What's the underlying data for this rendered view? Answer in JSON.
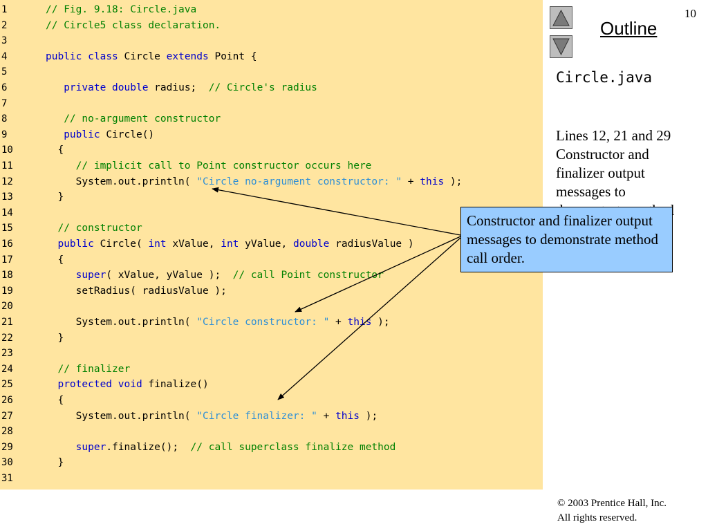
{
  "slide": {
    "page_number": "10",
    "outline_label": "Outline",
    "file_name": "Circle.java",
    "side_note": "Lines 12, 21 and 29 Constructor and finalizer output messages to demonstrate method call order.",
    "callout_text": "Constructor and finalizer output messages to demonstrate method call order.",
    "copyright_line1": "© 2003 Prentice Hall, Inc.",
    "copyright_line2": "All rights reserved.",
    "icons": {
      "up": "triangle-up-icon",
      "down": "triangle-down-icon"
    }
  },
  "colors": {
    "code_background": "#ffe5a0",
    "comment": "#008000",
    "keyword": "#0000cc",
    "string": "#2e8fd6",
    "callout_background": "#99ccff",
    "nav_button": "#bdbdbd"
  },
  "code_lines": [
    {
      "n": "1",
      "segs": [
        {
          "t": "// Fig. 9.18: Circle.java",
          "c": "cm"
        }
      ]
    },
    {
      "n": "2",
      "segs": [
        {
          "t": "// Circle5 class declaration.",
          "c": "cm"
        }
      ]
    },
    {
      "n": "3",
      "segs": []
    },
    {
      "n": "4",
      "segs": [
        {
          "t": "public",
          "c": "kw"
        },
        {
          "t": " ",
          "c": "tx"
        },
        {
          "t": "class",
          "c": "kw"
        },
        {
          "t": " Circle ",
          "c": "tx"
        },
        {
          "t": "extends",
          "c": "kw"
        },
        {
          "t": " Point {",
          "c": "tx"
        }
      ]
    },
    {
      "n": "5",
      "segs": []
    },
    {
      "n": "6",
      "segs": [
        {
          "t": "   ",
          "c": "tx"
        },
        {
          "t": "private",
          "c": "kw"
        },
        {
          "t": " ",
          "c": "tx"
        },
        {
          "t": "double",
          "c": "kw"
        },
        {
          "t": " radius;  ",
          "c": "tx"
        },
        {
          "t": "// Circle's radius",
          "c": "cm"
        }
      ]
    },
    {
      "n": "7",
      "segs": []
    },
    {
      "n": "8",
      "segs": [
        {
          "t": "   ",
          "c": "tx"
        },
        {
          "t": "// no-argument constructor",
          "c": "cm"
        }
      ]
    },
    {
      "n": "9",
      "segs": [
        {
          "t": "   ",
          "c": "tx"
        },
        {
          "t": "public",
          "c": "kw"
        },
        {
          "t": " Circle()",
          "c": "tx"
        }
      ]
    },
    {
      "n": "10",
      "segs": [
        {
          "t": "  {",
          "c": "tx"
        }
      ]
    },
    {
      "n": "11",
      "segs": [
        {
          "t": "     ",
          "c": "tx"
        },
        {
          "t": "// implicit call to Point constructor occurs here",
          "c": "cm"
        }
      ]
    },
    {
      "n": "12",
      "segs": [
        {
          "t": "     System.out.println( ",
          "c": "tx"
        },
        {
          "t": "\"Circle no-argument constructor: \"",
          "c": "st"
        },
        {
          "t": " + ",
          "c": "tx"
        },
        {
          "t": "this",
          "c": "kw"
        },
        {
          "t": " );",
          "c": "tx"
        }
      ]
    },
    {
      "n": "13",
      "segs": [
        {
          "t": "  }",
          "c": "tx"
        }
      ]
    },
    {
      "n": "14",
      "segs": []
    },
    {
      "n": "15",
      "segs": [
        {
          "t": "  ",
          "c": "tx"
        },
        {
          "t": "// constructor",
          "c": "cm"
        }
      ]
    },
    {
      "n": "16",
      "segs": [
        {
          "t": "  ",
          "c": "tx"
        },
        {
          "t": "public",
          "c": "kw"
        },
        {
          "t": " Circle( ",
          "c": "tx"
        },
        {
          "t": "int",
          "c": "kw"
        },
        {
          "t": " xValue, ",
          "c": "tx"
        },
        {
          "t": "int",
          "c": "kw"
        },
        {
          "t": " yValue, ",
          "c": "tx"
        },
        {
          "t": "double",
          "c": "kw"
        },
        {
          "t": " radiusValue )",
          "c": "tx"
        }
      ]
    },
    {
      "n": "17",
      "segs": [
        {
          "t": "  {",
          "c": "tx"
        }
      ]
    },
    {
      "n": "18",
      "segs": [
        {
          "t": "     ",
          "c": "tx"
        },
        {
          "t": "super",
          "c": "kw"
        },
        {
          "t": "( xValue, yValue );  ",
          "c": "tx"
        },
        {
          "t": "// call Point constructor",
          "c": "cm"
        }
      ]
    },
    {
      "n": "19",
      "segs": [
        {
          "t": "     setRadius( radiusValue );",
          "c": "tx"
        }
      ]
    },
    {
      "n": "20",
      "segs": []
    },
    {
      "n": "21",
      "segs": [
        {
          "t": "     System.out.println( ",
          "c": "tx"
        },
        {
          "t": "\"Circle constructor: \"",
          "c": "st"
        },
        {
          "t": " + ",
          "c": "tx"
        },
        {
          "t": "this",
          "c": "kw"
        },
        {
          "t": " );",
          "c": "tx"
        }
      ]
    },
    {
      "n": "22",
      "segs": [
        {
          "t": "  }",
          "c": "tx"
        }
      ]
    },
    {
      "n": "23",
      "segs": []
    },
    {
      "n": "24",
      "segs": [
        {
          "t": "  ",
          "c": "tx"
        },
        {
          "t": "// finalizer",
          "c": "cm"
        }
      ]
    },
    {
      "n": "25",
      "segs": [
        {
          "t": "  ",
          "c": "tx"
        },
        {
          "t": "protected",
          "c": "kw"
        },
        {
          "t": " ",
          "c": "tx"
        },
        {
          "t": "void",
          "c": "kw"
        },
        {
          "t": " finalize()",
          "c": "tx"
        }
      ]
    },
    {
      "n": "26",
      "segs": [
        {
          "t": "  {",
          "c": "tx"
        }
      ]
    },
    {
      "n": "27",
      "segs": [
        {
          "t": "     System.out.println( ",
          "c": "tx"
        },
        {
          "t": "\"Circle finalizer: \"",
          "c": "st"
        },
        {
          "t": " + ",
          "c": "tx"
        },
        {
          "t": "this",
          "c": "kw"
        },
        {
          "t": " );",
          "c": "tx"
        }
      ]
    },
    {
      "n": "28",
      "segs": []
    },
    {
      "n": "29",
      "segs": [
        {
          "t": "     ",
          "c": "tx"
        },
        {
          "t": "super",
          "c": "kw"
        },
        {
          "t": ".finalize();  ",
          "c": "tx"
        },
        {
          "t": "// call superclass finalize method",
          "c": "cm"
        }
      ]
    },
    {
      "n": "30",
      "segs": [
        {
          "t": "  }",
          "c": "tx"
        }
      ]
    },
    {
      "n": "31",
      "segs": []
    }
  ]
}
